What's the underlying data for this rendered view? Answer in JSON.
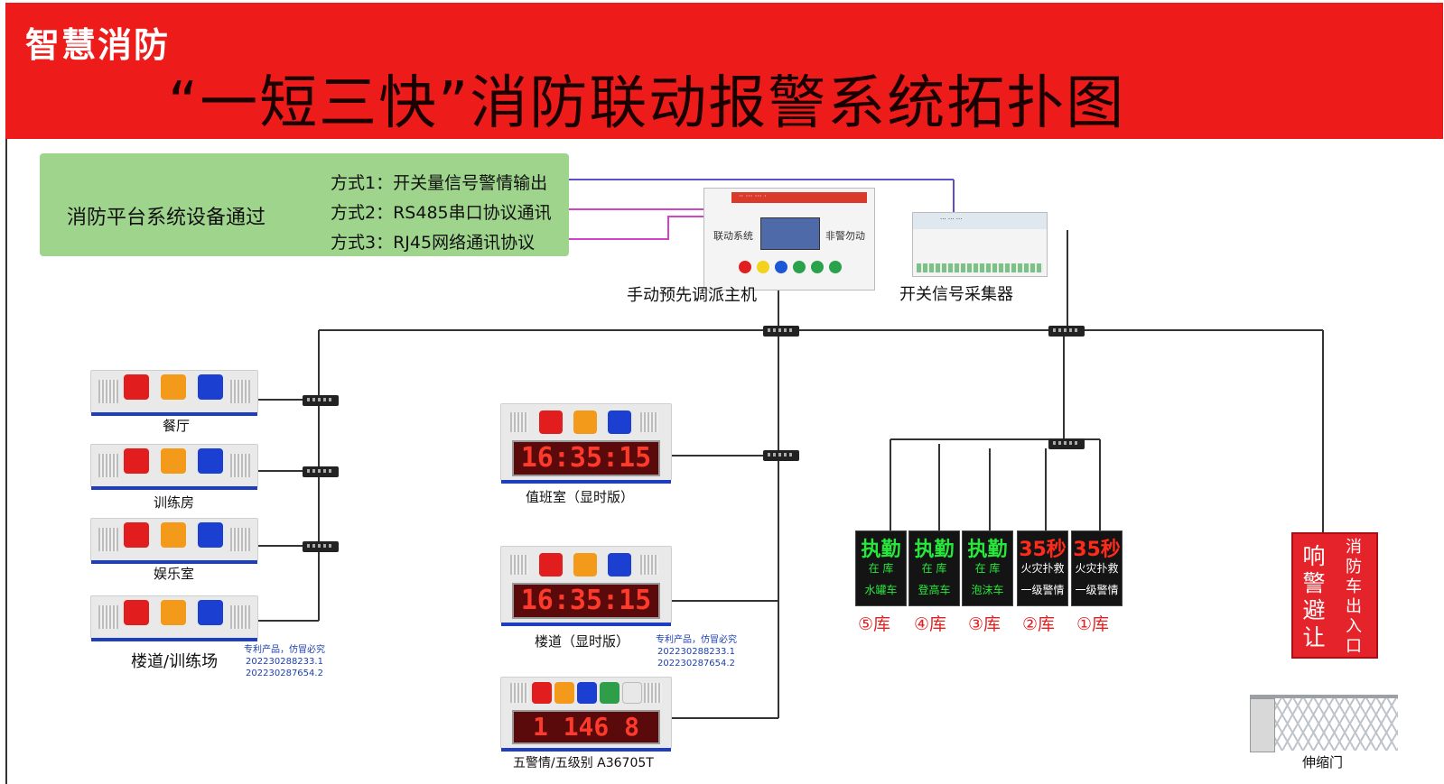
{
  "header": {
    "brand": "智慧消防",
    "title": "“一短三快”消防联动报警系统拓扑图"
  },
  "platform_box": {
    "main": "消防平台系统设备通过",
    "options": [
      "方式1：开关量信号警情输出",
      "方式2：RS485串口协议通讯",
      "方式3：RJ45网络通讯协议"
    ]
  },
  "host": {
    "label": "手动预先调派主机",
    "left_text": "联动系统",
    "right_text": "非警勿动"
  },
  "collector": {
    "label": "开关信号采集器"
  },
  "rooms": [
    "餐厅",
    "训练房",
    "娱乐室",
    "楼道/训练场"
  ],
  "clocks": [
    {
      "label": "值班室（显时版）",
      "display": "16:35:15"
    },
    {
      "label": "楼道（显时版）",
      "display": "16:35:15"
    },
    {
      "label": "五警情/五级别 A36705T",
      "display": "1 146 8"
    }
  ],
  "patent": {
    "text": "专利产品，仿冒必究",
    "numbers": [
      "202230288233.1",
      "202230287654.2"
    ]
  },
  "led_panels": [
    {
      "big": "执勤",
      "mid": "在 库",
      "low": "水罐车",
      "bay": "⑤库",
      "state": "duty"
    },
    {
      "big": "执勤",
      "mid": "在 库",
      "low": "登高车",
      "bay": "④库",
      "state": "duty"
    },
    {
      "big": "执勤",
      "mid": "在 库",
      "low": "泡沫车",
      "bay": "③库",
      "state": "duty"
    },
    {
      "big": "35秒",
      "mid": "火灾扑救",
      "low": "一级警情",
      "bay": "②库",
      "state": "alarm"
    },
    {
      "big": "35秒",
      "mid": "火灾扑救",
      "low": "一级警情",
      "bay": "①库",
      "state": "alarm"
    }
  ],
  "gate_sign": {
    "left": "响警避让",
    "right": "消防车出入口"
  },
  "gate": {
    "label": "伸缩门"
  },
  "colors": {
    "header": "#ee1b1b",
    "green_box": "#9fd48d",
    "led_green": "#27e83a",
    "led_red": "#ff2a1a"
  }
}
